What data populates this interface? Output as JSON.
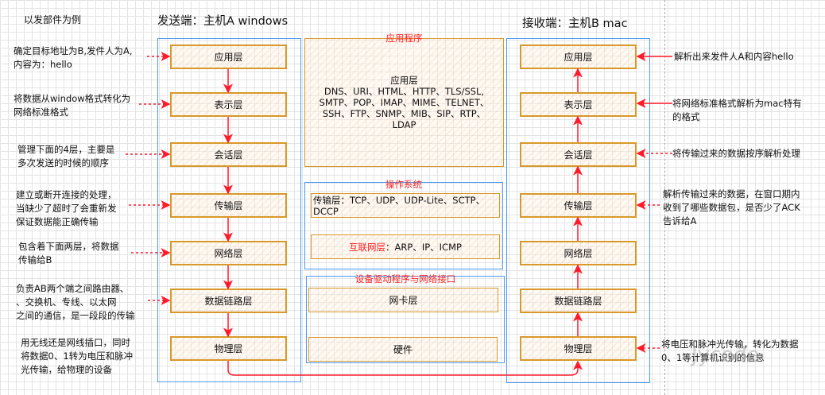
{
  "example_title": "以发部件为例",
  "sender_title": "发送端：主机A  windows",
  "receiver_title": "接收端：主机B  mac",
  "layers": [
    "应用层",
    "表示层",
    "会话层",
    "传输层",
    "网络层",
    "数据链路层",
    "物理层"
  ],
  "left_notes": [
    "确定目标地址为B,发件人为A,\n内容为：hello",
    "将数据从window格式转化为\n网络标准格式",
    "管理下面的4层，主要是\n多次发送的时候的顺序",
    "建立或断开连接的处理，\n当缺少了超时了会重新发\n保证数据能正确传输",
    "包含着下面两层，将数据\n传输给B",
    "负责AB两个端之间路由器、\n、交换机、专线、以太网\n之间的通信，是一段段的传输",
    "用无线还是网线插口，同时\n将数据0、1转为电压和脉冲\n光传输，给物理的设备"
  ],
  "right_notes": [
    "解析出来发件人A和内容hello",
    "将网络标准格式解析为mac特有\n的格式",
    "将传输过来的数据按序解析处理",
    "解析传输过来的数据，在窗口期内\n收到了哪些数据包，是否少了ACK\n告诉给A",
    "将电压和脉冲光传输，转化为数据\n0、1等计算机识别的信息"
  ],
  "middle": {
    "app_label": "应用程序",
    "app_text": "应用层\nDNS、URI、HTML、HTTP、TLS/SSL,\nSMTP、POP、IMAP、MIME、TELNET、\nSSH、FTP、SNMP、MIB、SIP、RTP、\nLDAP",
    "os_label": "操作系统",
    "transport_text": "传输层：TCP、UDP、UDP-Lite、SCTP、\nDCCP",
    "internet_label": "互联网层",
    "internet_text": "：ARP、IP、ICMP",
    "driver_label": "设备驱动程序与网络接口",
    "nic": "网卡层",
    "hardware": "硬件"
  },
  "watermark": "Jycode",
  "colors": {
    "accent_red": "#ff2020",
    "layer_border": "#d9982a",
    "container_blue": "#4a9af5"
  }
}
